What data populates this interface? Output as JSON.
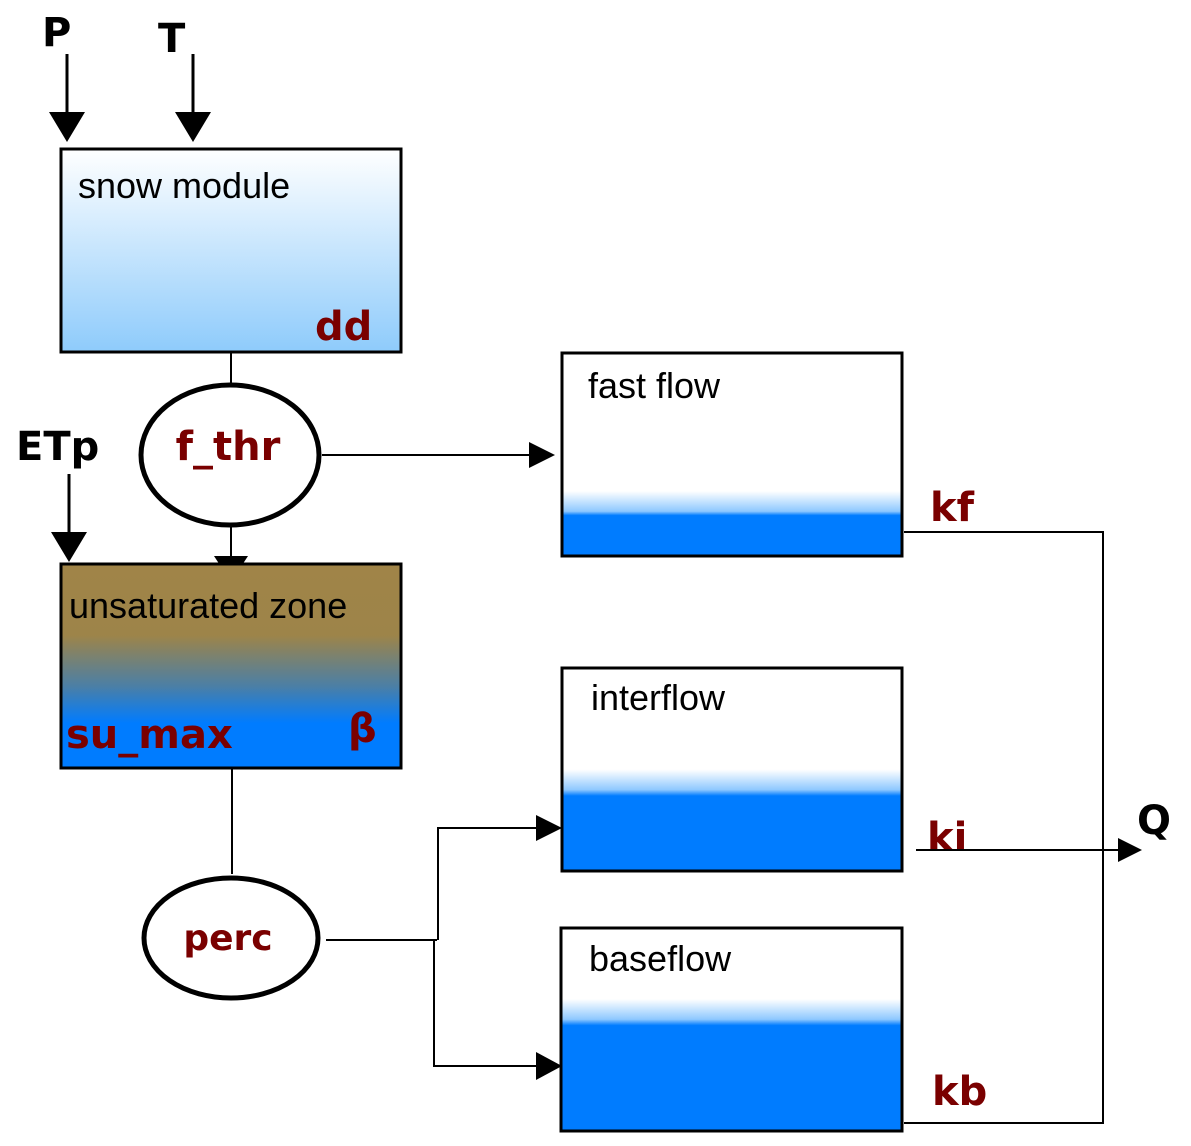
{
  "inputs": {
    "precipitation": "P",
    "temperature": "T",
    "evapotranspiration": "ETp"
  },
  "output": "Q",
  "stores": {
    "snow": {
      "title": "snow module",
      "param": "dd"
    },
    "unsaturated": {
      "title": "unsaturated zone",
      "param_left": "su_max",
      "param_right": "β"
    },
    "fast": {
      "title": "fast flow",
      "param": "kf"
    },
    "inter": {
      "title": "interflow",
      "param": "ki"
    },
    "base": {
      "title": "baseflow",
      "param": "kb"
    }
  },
  "nodes": {
    "threshold": "f_thr",
    "percolation": "perc"
  },
  "colors": {
    "param_text": "#7a0000",
    "water_blue": "#007cff",
    "snow_light": "#8ecbfb",
    "soil_brown": "#a08448"
  }
}
